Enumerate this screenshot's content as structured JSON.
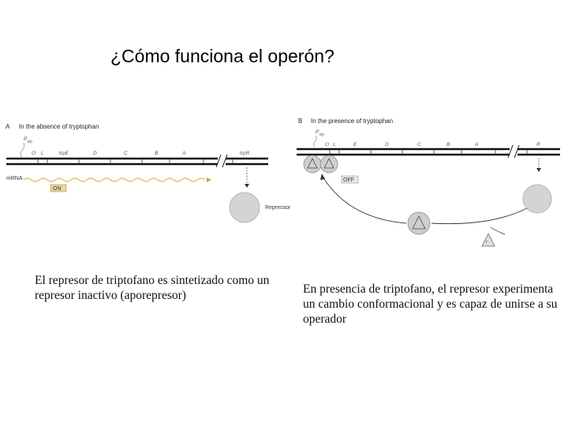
{
  "title": "¿Cómo funciona el operón?",
  "panel_a": {
    "letter": "A",
    "heading": "In the absence of tryptophan",
    "promoter": "P",
    "promoter_sub": "trp",
    "genes": [
      "O",
      "L",
      "trpE",
      "D",
      "C",
      "B",
      "A",
      "trpR"
    ],
    "mrna_label": "mRNA",
    "state_badge": "ON",
    "repressor_label": "Repressor"
  },
  "panel_b": {
    "letter": "B",
    "heading": "In the presence of tryptophan",
    "promoter": "P",
    "promoter_sub": "trp",
    "genes": [
      "O",
      "L",
      "E",
      "D",
      "C",
      "B",
      "A",
      "R"
    ],
    "state_badge": "OFF"
  },
  "captions": {
    "left": "El represor de triptofano es sintetizado como un represor inactivo (aporepresor)",
    "right": "En presencia de triptofano, el represor experimenta un cambio conformacional y es capaz de unirse a su operador"
  }
}
